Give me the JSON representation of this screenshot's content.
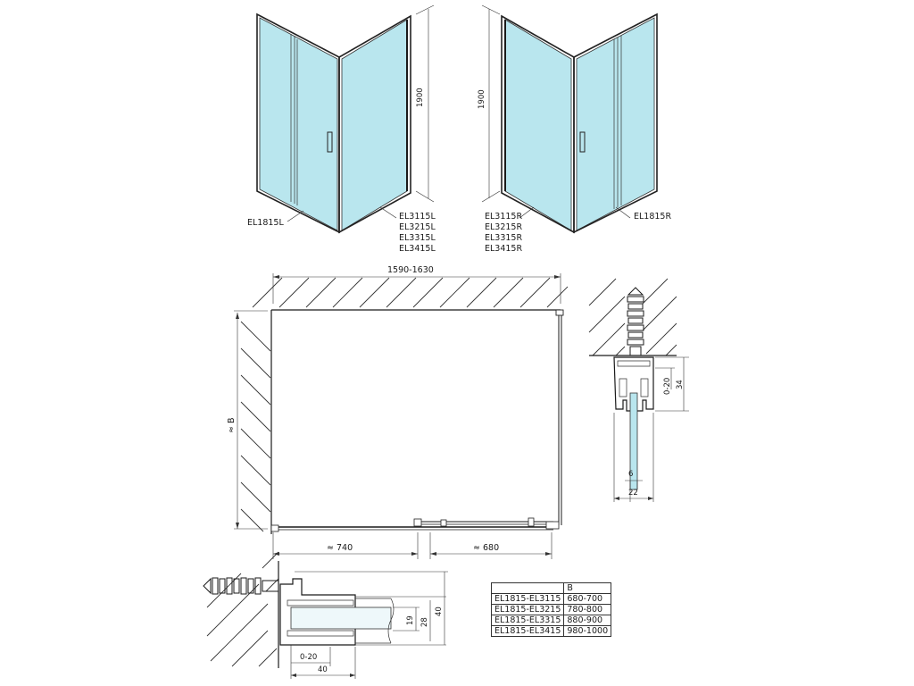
{
  "views": {
    "left_model": "EL1815L",
    "left_walls": [
      "EL3115L",
      "EL3215L",
      "EL3315L",
      "EL3415L"
    ],
    "left_height": "1900",
    "right_model": "EL1815R",
    "right_walls": [
      "EL3115R",
      "EL3215R",
      "EL3315R",
      "EL3415R"
    ],
    "right_height": "1900"
  },
  "plan": {
    "width": "1590-1630",
    "depth": "≈ B",
    "left_part": "≈ 740",
    "right_part": "≈ 680"
  },
  "profile_vertical": {
    "adjust": "0-20",
    "depth": "34",
    "glass": "6",
    "width": "22"
  },
  "profile_horizontal": {
    "inner": "19",
    "mid": "28",
    "outer": "40",
    "adjust": "0-20",
    "total": "40"
  },
  "table": {
    "header": [
      "",
      "B"
    ],
    "rows": [
      [
        "EL1815-EL3115",
        "680-700"
      ],
      [
        "EL1815-EL3215",
        "780-800"
      ],
      [
        "EL1815-EL3315",
        "880-900"
      ],
      [
        "EL1815-EL3415",
        "980-1000"
      ]
    ]
  },
  "colors": {
    "glass": "#b9e6ee",
    "line": "#1a1a1a"
  }
}
